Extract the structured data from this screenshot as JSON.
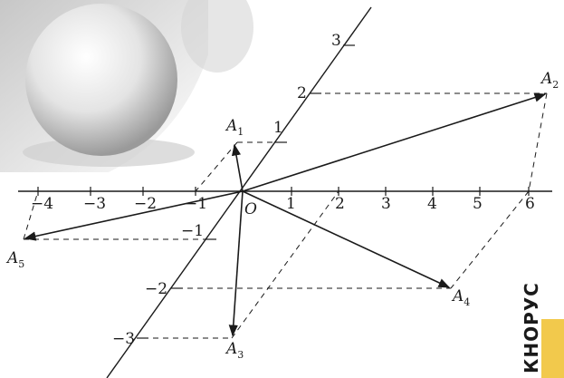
{
  "x_ticks": [
    "−4",
    "−3",
    "−2",
    "−1",
    "1",
    "2",
    "3",
    "4",
    "5",
    "6"
  ],
  "oblique_ticks": [
    "3",
    "2",
    "1",
    "−1",
    "−2",
    "−3"
  ],
  "origin": "O",
  "points": [
    {
      "name": "A",
      "sub": "1"
    },
    {
      "name": "A",
      "sub": "2"
    },
    {
      "name": "A",
      "sub": "3"
    },
    {
      "name": "A",
      "sub": "4"
    },
    {
      "name": "A",
      "sub": "5"
    }
  ],
  "brand": "КНОРУС",
  "colors": {
    "ink": "#1a1a1a",
    "accent": "#f2c94c"
  }
}
